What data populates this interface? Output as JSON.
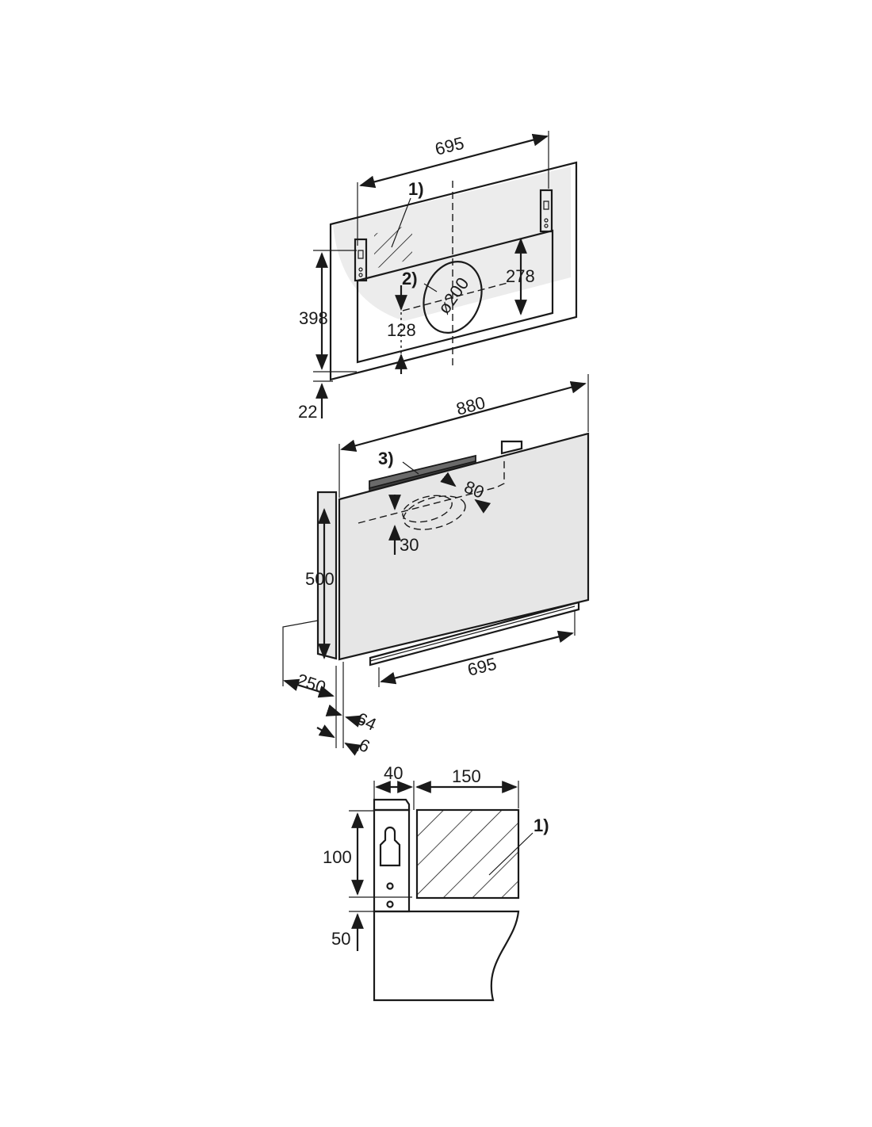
{
  "top_view": {
    "dims": {
      "width": "695",
      "height": "398",
      "offset_bottom": "22",
      "duct_height": "278",
      "duct_center": "128",
      "duct_diameter": "ø200"
    },
    "callouts": {
      "hatched_area": "1)",
      "duct_opening": "2)"
    }
  },
  "hood_view": {
    "dims": {
      "width": "880",
      "height": "500",
      "lower_width": "695",
      "depth": "250",
      "glass_depth": "64",
      "glass_gap": "6",
      "duct_offset_side": "80",
      "duct_offset_top": "30"
    },
    "callouts": {
      "duct_connector": "3)"
    }
  },
  "detail_view": {
    "dims": {
      "bracket_width": "40",
      "hatch_width": "150",
      "bracket_height": "100",
      "bottom_offset": "50"
    },
    "callouts": {
      "hatched_area": "1)"
    }
  },
  "colors": {
    "line": "#1a1a1a",
    "panel_fill": "#e6e6e6",
    "background": "#ffffff"
  }
}
